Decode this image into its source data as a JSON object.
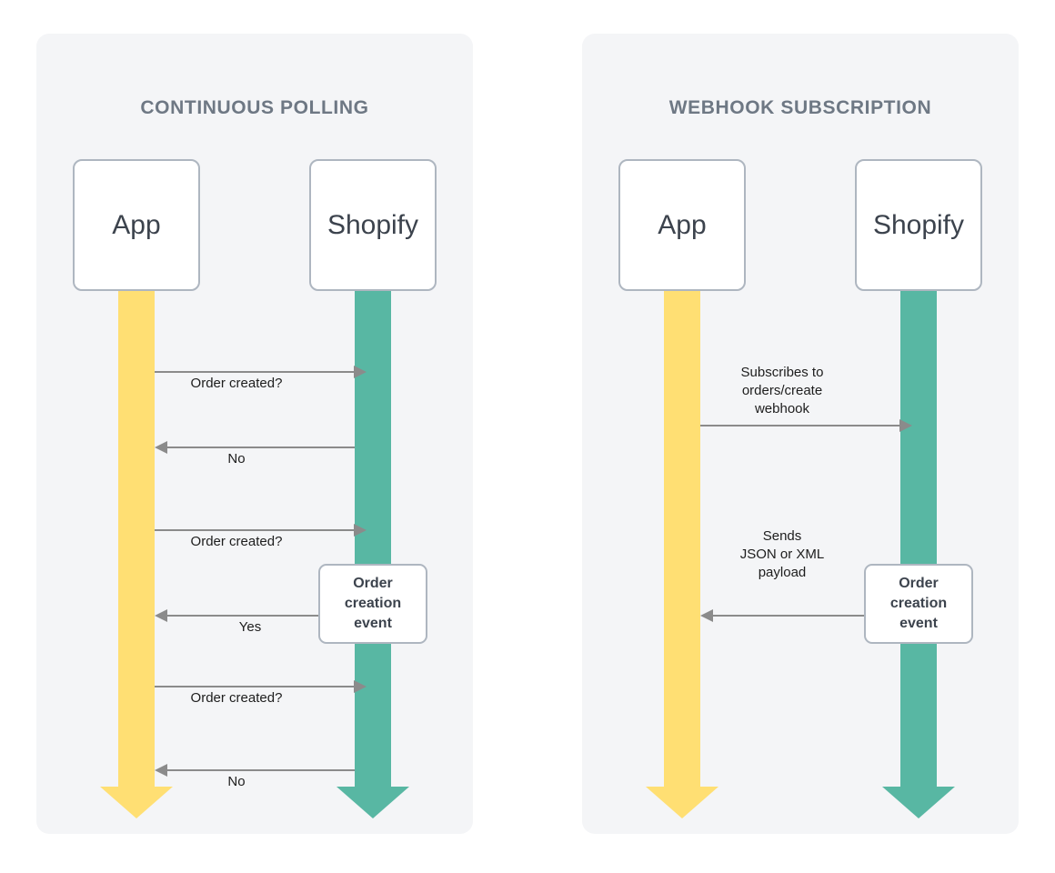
{
  "colors": {
    "panel_bg": "#f4f5f7",
    "app_lifeline": "#ffdf73",
    "shopify_lifeline": "#58b7a3",
    "box_border": "#aeb6c0",
    "title_text": "#6e7884",
    "arrow": "#8b8b8b",
    "body_text": "#1d1d1d",
    "box_text": "#3c434d"
  },
  "panels": [
    {
      "id": "continuous-polling",
      "title": "CONTINUOUS POLLING",
      "actors": [
        {
          "id": "app",
          "label": "App"
        },
        {
          "id": "shopify",
          "label": "Shopify"
        }
      ],
      "messages": [
        {
          "id": "order-created-1",
          "label": "Order created?",
          "direction": "right"
        },
        {
          "id": "no-1",
          "label": "No",
          "direction": "left"
        },
        {
          "id": "order-created-2",
          "label": "Order created?",
          "direction": "right"
        },
        {
          "id": "yes-1",
          "label": "Yes",
          "direction": "left"
        },
        {
          "id": "order-created-3",
          "label": "Order created?",
          "direction": "right"
        },
        {
          "id": "no-2",
          "label": "No",
          "direction": "left"
        }
      ],
      "event_box": {
        "id": "order-creation-event",
        "label": "Order\ncreation\nevent"
      }
    },
    {
      "id": "webhook-subscription",
      "title": "WEBHOOK SUBSCRIPTION",
      "actors": [
        {
          "id": "app",
          "label": "App"
        },
        {
          "id": "shopify",
          "label": "Shopify"
        }
      ],
      "messages": [
        {
          "id": "subscribes",
          "label": "Subscribes to\norders/create\nwebhook",
          "direction": "right"
        },
        {
          "id": "sends-payload",
          "label": "Sends\nJSON or XML\npayload",
          "direction": "left"
        }
      ],
      "event_box": {
        "id": "order-creation-event",
        "label": "Order\ncreation\nevent"
      }
    }
  ]
}
